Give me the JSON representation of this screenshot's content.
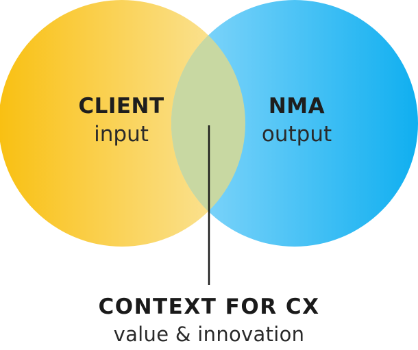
{
  "diagram": {
    "left_circle": {
      "title": "CLIENT",
      "subtitle": "input",
      "color_from": "#f9c012",
      "color_to": "#fbe6a2"
    },
    "right_circle": {
      "title": "NMA",
      "subtitle": "output",
      "color_from": "#8bd8fb",
      "color_to": "#10aff0"
    },
    "overlap": {
      "color": "#c8d8a2"
    },
    "pointer_color": "#1a1a1a",
    "caption": {
      "title": "CONTEXT FOR CX",
      "subtitle": "value & innovation"
    }
  }
}
